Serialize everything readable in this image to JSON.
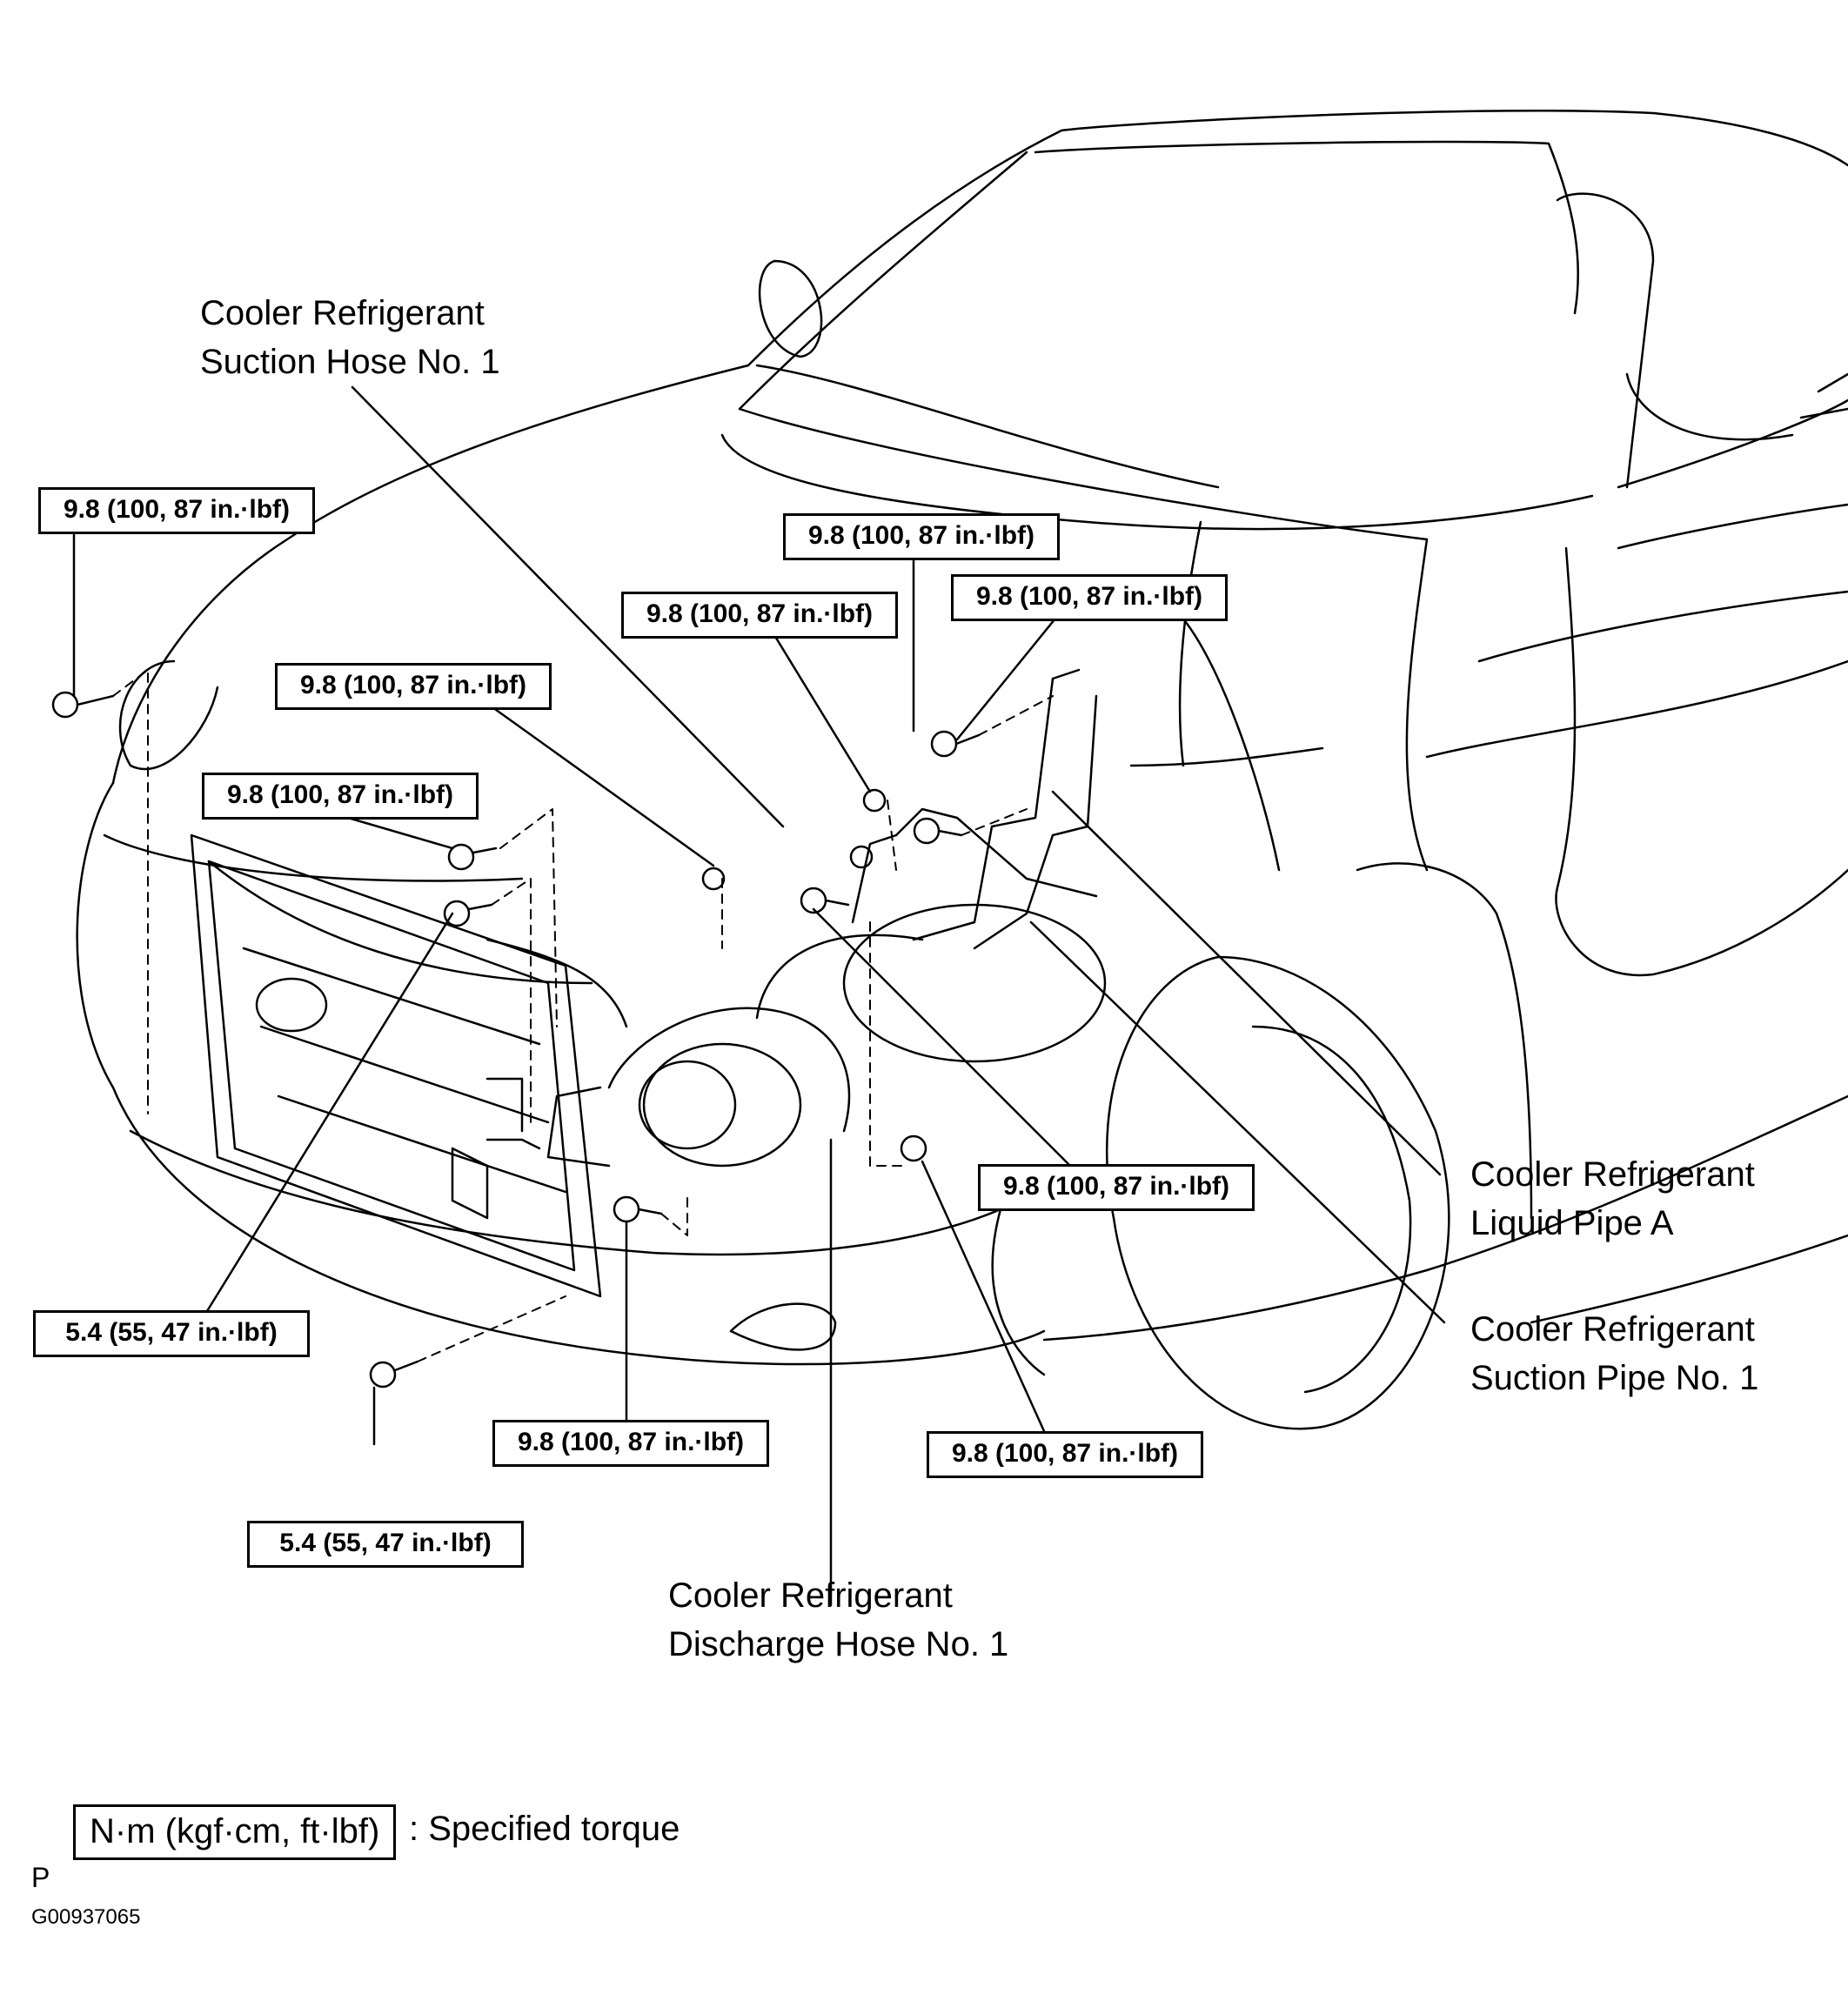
{
  "torque_specs": [
    "9.8 (100, 87 in.·lbf)",
    "9.8 (100, 87 in.·lbf)",
    "9.8 (100, 87 in.·lbf)",
    "9.8 (100, 87 in.·lbf)",
    "9.8 (100, 87 in.·lbf)",
    "9.8 (100, 87 in.·lbf)",
    "9.8 (100, 87 in.·lbf)",
    "9.8 (100, 87 in.·lbf)",
    "9.8 (100, 87 in.·lbf)",
    "5.4 (55, 47 in.·lbf)",
    "5.4 (55, 47 in.·lbf)"
  ],
  "part_labels": {
    "suction_hose": [
      "Cooler Refrigerant",
      "Suction Hose No. 1"
    ],
    "liquid_pipe": [
      "Cooler Refrigerant",
      "Liquid Pipe A"
    ],
    "suction_pipe": [
      "Cooler Refrigerant",
      "Suction Pipe No. 1"
    ],
    "discharge_hose": [
      "Cooler Refrigerant",
      "Discharge Hose No. 1"
    ]
  },
  "legend": {
    "unit_box": "N·m (kgf·cm, ft·lbf)",
    "description": ": Specified torque"
  },
  "view_code": "P",
  "figure_id": "G00937065"
}
